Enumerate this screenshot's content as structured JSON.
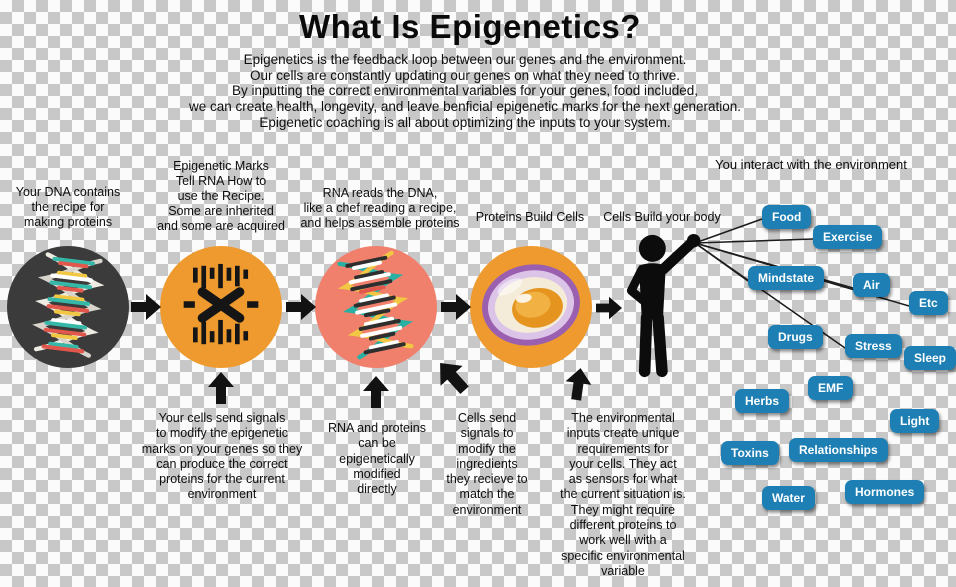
{
  "title": "What Is Epigenetics?",
  "intro": {
    "lines": [
      "Epigenetics is the feedback loop between our genes and the environment.",
      "Our cells are constantly updating our genes on what they need to thrive.",
      "By inputting the correct environmental variables for your genes, food included,",
      "we can create health, longevity, and leave benficial epigenetic marks for the next generation.",
      "Epigenetic coaching is all about optimizing the inputs to your system."
    ]
  },
  "environment_heading": "You interact with the environment",
  "stages": [
    {
      "id": "dna",
      "label": "Your DNA contains\nthe recipe for\nmaking proteins",
      "circle_color": "#3b3b3b"
    },
    {
      "id": "epigenetic-marks",
      "label": "Epigenetic Marks\nTell RNA How to\nuse the Recipe.\nSome are inherited\nand some are acquired",
      "circle_color": "#ee9a2f"
    },
    {
      "id": "rna",
      "label": "RNA reads the DNA,\nlike a chef reading a recipe,\nand helps assemble proteins",
      "circle_color": "#f0806c"
    },
    {
      "id": "proteins",
      "label": "Proteins Build Cells",
      "circle_color": "#ee9a2f"
    },
    {
      "id": "body",
      "label": "Cells Build your body",
      "circle_color": "#000000"
    }
  ],
  "feedback_notes": [
    {
      "text": "Your cells send signals\nto modify the epigenetic\nmarks on your genes so they\ncan produce the correct\nproteins for the current\nenvironment"
    },
    {
      "text": "RNA and proteins\ncan be\nepigenetically\nmodified\ndirectly"
    },
    {
      "text": "Cells send\nsignals to\nmodify the\ningredients\nthey recieve to\nmatch the\nenvironment"
    },
    {
      "text": "The environmental\ninputs create unique\nrequirements for\nyour cells. They act\nas sensors for what\nthe current situation is.\nThey might require\ndifferent proteins to\nwork well with a\nspecific environmental\nvariable"
    }
  ],
  "environment_tags": [
    "Food",
    "Exercise",
    "Mindstate",
    "Air",
    "Etc",
    "Drugs",
    "Stress",
    "Sleep",
    "EMF",
    "Herbs",
    "Light",
    "Relationships",
    "Toxins",
    "Water",
    "Hormones"
  ],
  "colors": {
    "tag_blue": "#1d7fb3",
    "circle_dark": "#3b3b3b",
    "circle_orange": "#ee9a2f",
    "circle_coral": "#f0806c",
    "helix_teal": "#35b8a8",
    "helix_red": "#e2574c",
    "helix_yellow": "#f2c744",
    "cell_purple": "#9a5fae",
    "arrow_black": "#121212",
    "background_checker": "#c8c8c8"
  }
}
